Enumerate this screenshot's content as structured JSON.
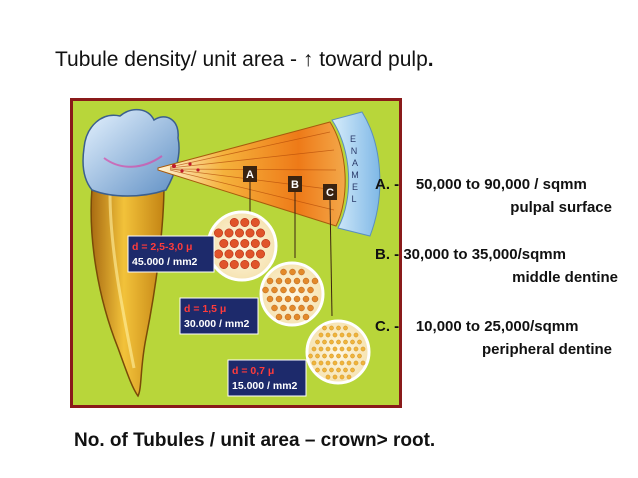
{
  "title": {
    "text": "Tubule density/ unit area - ↑ toward pulp",
    "period": "."
  },
  "figure": {
    "enamel_letters": [
      "E",
      "N",
      "A",
      "M",
      "E",
      "L"
    ],
    "zone_letters": [
      "A",
      "B",
      "C"
    ],
    "size_boxes": [
      {
        "diameter": "d = 2,5-3,0 μ",
        "density": "45.000 / mm2"
      },
      {
        "diameter": "d = 1,5 μ",
        "density": "30.000 / mm2"
      },
      {
        "diameter": "d = 0,7 μ",
        "density": "15.000 / mm2"
      }
    ]
  },
  "annotations": [
    {
      "label": "A. -",
      "value": "50,000 to 90,000 / sqmm",
      "sub": "pulpal surface"
    },
    {
      "label": "B. -",
      "value": "30,000 to 35,000/sqmm",
      "sub": "middle dentine"
    },
    {
      "label": "C. -",
      "value": "10,000 to 25,000/sqmm",
      "sub": "peripheral dentine"
    }
  ],
  "footer": "No. of Tubules / unit area – crown> root.",
  "colors": {
    "frame": "#8a1a1a",
    "background": "#b8d63a",
    "root_gold": "#e0a622",
    "enamel_blue": "#a9d4f0",
    "wedge_orange": "#f08a1e",
    "box_navy": "#1d2a6b",
    "box_red_text": "#ff3b3b"
  }
}
